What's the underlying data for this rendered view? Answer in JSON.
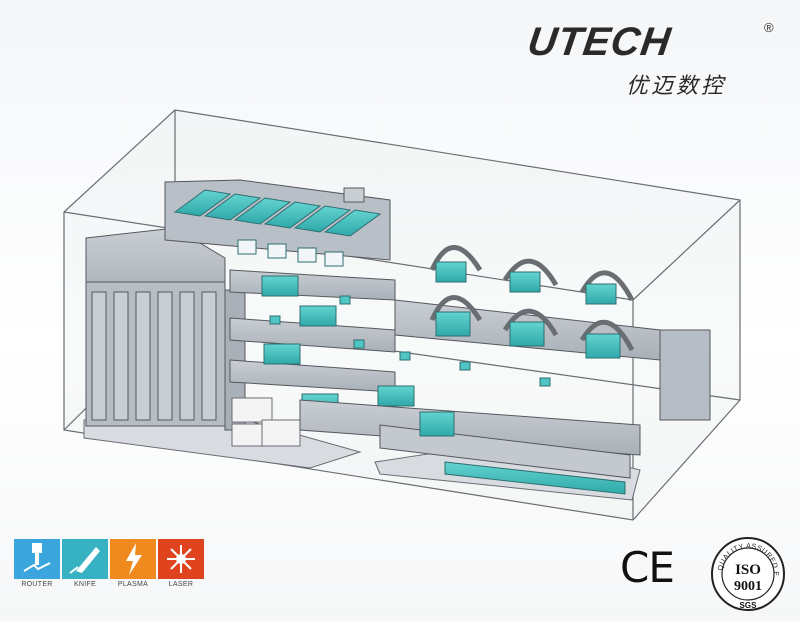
{
  "brand": {
    "name": "UTECH",
    "registered": "®",
    "chinese_name": "优迈数控"
  },
  "services": [
    {
      "label": "ROUTER",
      "color": "#3aa6dd",
      "icon": "router-icon"
    },
    {
      "label": "KNIFE",
      "color": "#36b2c2",
      "icon": "knife-icon"
    },
    {
      "label": "PLASMA",
      "color": "#f08a1e",
      "icon": "plasma-icon"
    },
    {
      "label": "LASER",
      "color": "#e0441e",
      "icon": "laser-icon"
    }
  ],
  "certifications": {
    "ce_mark": "CE",
    "iso_text": "ISO",
    "iso_number": "9001",
    "iso_ring_text": "QUALITY ASSURED FIRM",
    "iso_footer": "SGS"
  },
  "colors": {
    "accent": "#3cc2c2",
    "machine_gray": "#b9bfc6",
    "outline": "#55595e"
  }
}
